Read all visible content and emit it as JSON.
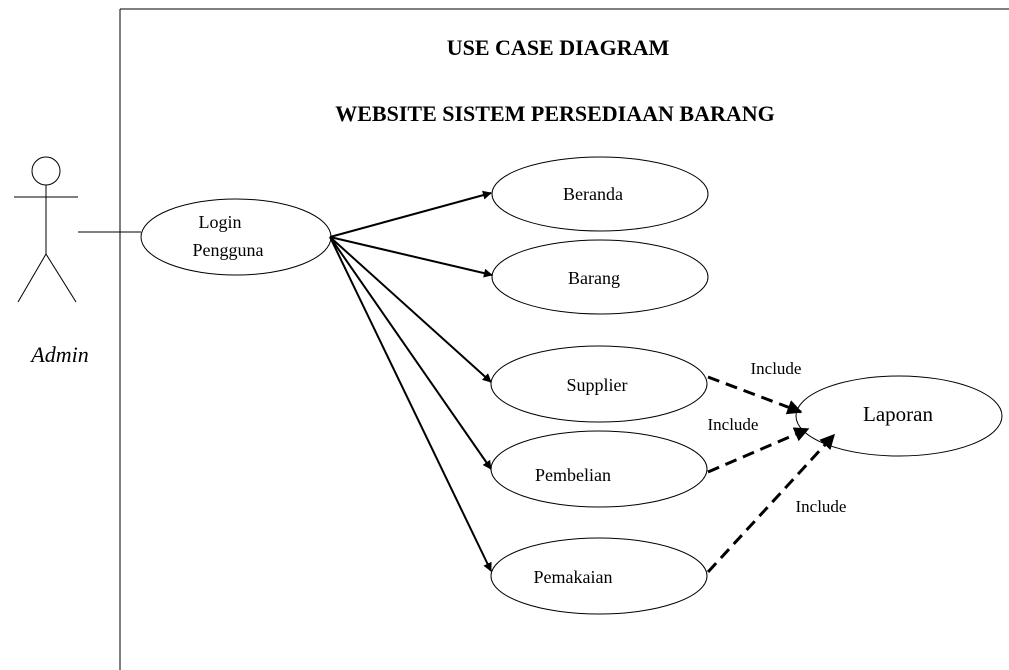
{
  "diagram": {
    "title_line1": "USE CASE DIAGRAM",
    "title_line2": "WEBSITE SISTEM PERSEDIAAN BARANG",
    "actor": {
      "label": "Admin"
    },
    "use_cases": {
      "login": {
        "line1": "Login",
        "line2": "Pengguna"
      },
      "beranda": {
        "label": "Beranda"
      },
      "barang": {
        "label": "Barang"
      },
      "supplier": {
        "label": "Supplier"
      },
      "pembelian": {
        "label": "Pembelian"
      },
      "pemakaian": {
        "label": "Pemakaian"
      },
      "laporan": {
        "label": "Laporan"
      }
    },
    "relations": {
      "include_supplier": "Include",
      "include_pembelian": "Include",
      "include_pemakaian": "Include"
    },
    "colors": {
      "stroke": "#000000",
      "background": "#ffffff"
    }
  }
}
